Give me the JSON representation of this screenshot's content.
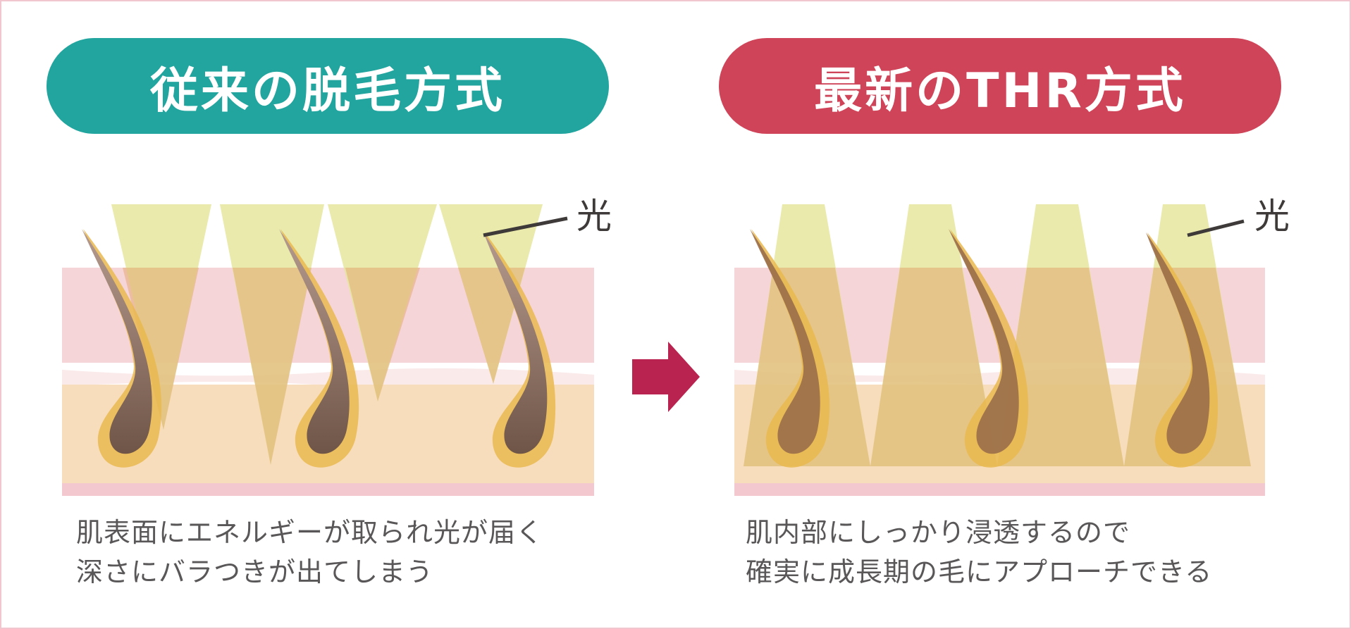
{
  "left": {
    "title": "従来の脱毛方式",
    "light_label": "光",
    "caption_line1": "肌表面にエネルギーが取られ光が届く",
    "caption_line2": "深さにバラつきが出てしまう"
  },
  "right": {
    "title": "最新のTHR方式",
    "light_label": "光",
    "caption_line1": "肌内部にしっかり浸透するので",
    "caption_line2": "確実に成長期の毛にアプローチできる"
  },
  "colors": {
    "teal": "#21a59e",
    "red": "#cf4458",
    "arrow": "#b8234f",
    "skin_top": "#f5d3d8",
    "skin_bottom": "#f6ddbb",
    "light_beam": "#e6e7a0",
    "hair": "#7a5a4a",
    "follicle": "#e8b84b"
  },
  "icons": {
    "arrow": "right-arrow-icon"
  }
}
